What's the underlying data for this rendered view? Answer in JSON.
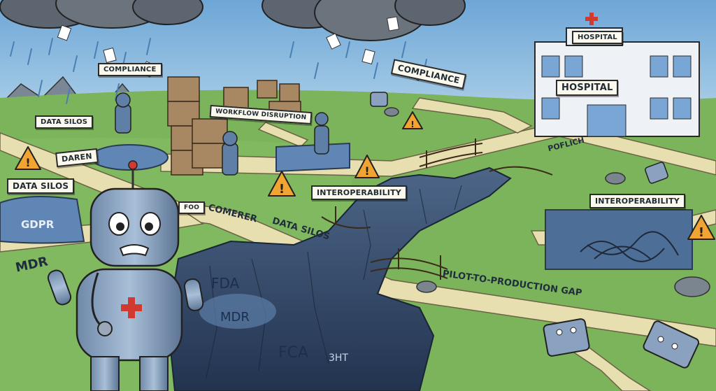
{
  "labels": {
    "hospital_roof": "HOSPITAL",
    "hospital_sign": "HOSPITAL",
    "compliance_left": "COMPLIANCE",
    "compliance_right": "COMPLIANCE",
    "data_silos_top": "DATA SILOS",
    "data_silos_left": "DATA SILOS",
    "data_silos_road": "DATA SILOS",
    "workflow": "WORKFLOW DISRUPTION",
    "daren": "DAREN",
    "gdpr": "GDPR",
    "mdr_road": "MDR",
    "foo": "FOO",
    "comerer": "COMERER",
    "interop_center": "INTEROPERABILITY",
    "interop_right": "INTEROPERABILITY",
    "poflich": "POFLICH",
    "pilot_gap": "PILOT-TO-PRODUCTION GAP",
    "fda": "FDA",
    "mdr_pit": "MDR",
    "fca": "FCA",
    "sht": "3HT"
  },
  "colors": {
    "sky": "#7fb2d8",
    "grass": "#7bb45a",
    "path": "#e8dfb0",
    "chasm": "#3f5678",
    "water": "#5f86b5",
    "robot": "#8aa2bf",
    "warning": "#f2a433"
  },
  "icons": [
    "robot-doctor",
    "warning-sign",
    "hospital-building",
    "storm-cloud",
    "rope-bridge",
    "broken-robot",
    "cardboard-box"
  ]
}
